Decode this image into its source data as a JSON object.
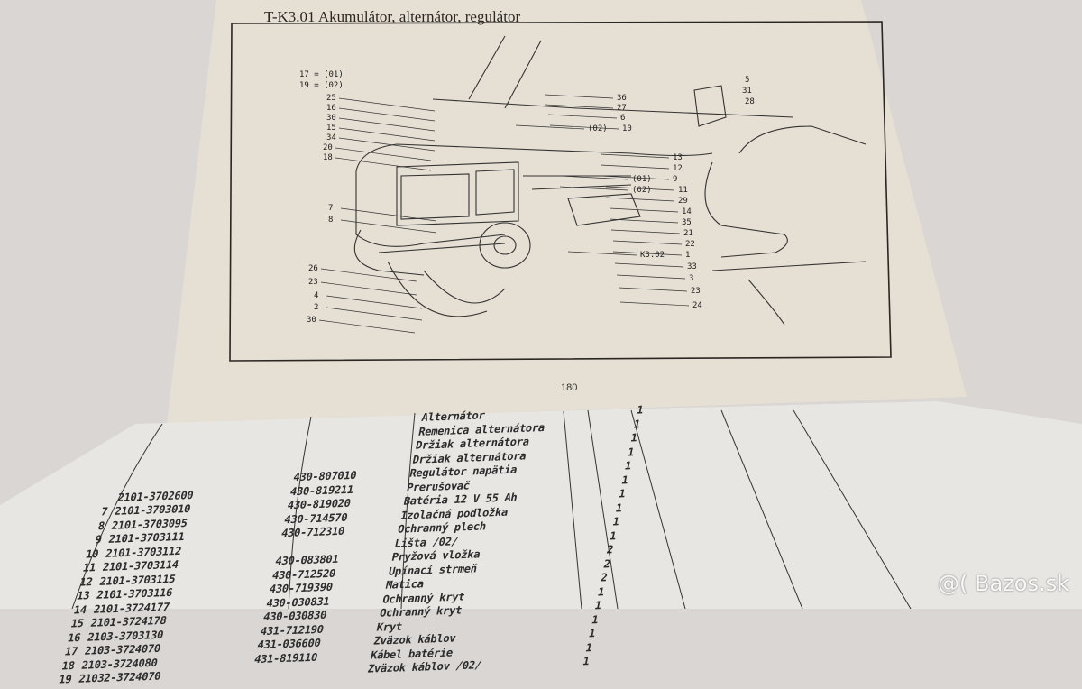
{
  "header": {
    "title": "T-K3.01 Akumulátor, alternátor, regulátor",
    "page_number": "180"
  },
  "diagram": {
    "labels_left": [
      "17 = (01)",
      "19 = (02)",
      "25",
      "16",
      "30",
      "15",
      "34",
      "20",
      "18",
      "7",
      "8",
      "26",
      "23",
      "4",
      "2",
      "30"
    ],
    "labels_right": [
      "36",
      "27",
      "6",
      "(02)",
      "10",
      "13",
      "12",
      "(01)",
      "9",
      "(02)",
      "11",
      "29",
      "14",
      "35",
      "21",
      "22",
      "K3.02",
      "1",
      "33",
      "3",
      "23",
      "24"
    ],
    "labels_far": [
      "5",
      "31",
      "28"
    ]
  },
  "table": {
    "rows": [
      {
        "pos": "",
        "part": "",
        "ref": "",
        "name": "Alternátor",
        "qty": "1"
      },
      {
        "pos": "",
        "part": "",
        "ref": "",
        "name": "Remenica alternátora",
        "qty": "1"
      },
      {
        "pos": "",
        "part": "",
        "ref": "",
        "name": "Držiak alternátora",
        "qty": "1"
      },
      {
        "pos": "",
        "part": "",
        "ref": "",
        "name": "Držiak alternátora",
        "qty": "1"
      },
      {
        "pos": "",
        "part": "",
        "ref": "430-807010",
        "name": "Regulátor napätia",
        "qty": "1"
      },
      {
        "pos": "",
        "part": "2101-3702600",
        "ref": "430-819211",
        "name": "Prerušovač",
        "qty": "1"
      },
      {
        "pos": "7",
        "part": "2101-3703010",
        "ref": "430-819020",
        "name": "Batéria 12 V 55 Ah",
        "qty": "1"
      },
      {
        "pos": "8",
        "part": "2101-3703095",
        "ref": "430-714570",
        "name": "Izolačná podložka",
        "qty": "1"
      },
      {
        "pos": "9",
        "part": "2101-3703111",
        "ref": "430-712310",
        "name": "Ochranný plech",
        "qty": "1"
      },
      {
        "pos": "10",
        "part": "2101-3703112",
        "ref": "",
        "name": "Lišta /02/",
        "qty": "1"
      },
      {
        "pos": "11",
        "part": "2101-3703114",
        "ref": "430-083801",
        "name": "Pryžová vložka",
        "qty": "2"
      },
      {
        "pos": "12",
        "part": "2101-3703115",
        "ref": "430-712520",
        "name": "Upínací strmeň",
        "qty": "2"
      },
      {
        "pos": "13",
        "part": "2101-3703116",
        "ref": "430-719390",
        "name": "Matica",
        "qty": "2"
      },
      {
        "pos": "14",
        "part": "2101-3724177",
        "ref": "430-030831",
        "name": "Ochranný kryt",
        "qty": "1"
      },
      {
        "pos": "15",
        "part": "2101-3724178",
        "ref": "430-030830",
        "name": "Ochranný kryt",
        "qty": "1"
      },
      {
        "pos": "16",
        "part": "2103-3703130",
        "ref": "431-712190",
        "name": "Kryt",
        "qty": "1"
      },
      {
        "pos": "17",
        "part": "2103-3724070",
        "ref": "431-036600",
        "name": "Zväzok káblov",
        "qty": "1"
      },
      {
        "pos": "18",
        "part": "2103-3724080",
        "ref": "431-819110",
        "name": "Kábel batérie",
        "qty": "1"
      },
      {
        "pos": "19",
        "part": "21032-3724070",
        "ref": "",
        "name": "Zväzok káblov /02/",
        "qty": "1"
      }
    ]
  },
  "watermark": "@( Bazos.sk",
  "colors": {
    "page": "#e9e3d8",
    "lower_page": "#e8e6e2",
    "ink": "#2a2622",
    "background": "#d9d6d3"
  }
}
